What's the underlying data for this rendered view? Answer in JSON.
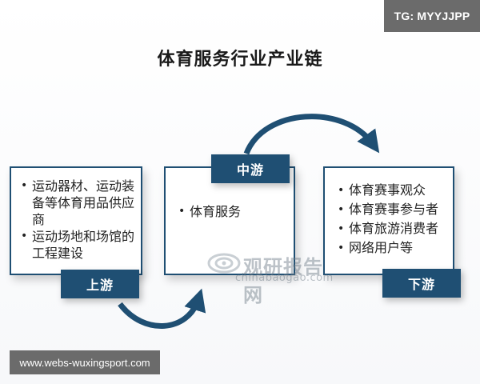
{
  "badge": "TG: MYYJJPP",
  "title": "体育服务行业产业链",
  "stages": {
    "upstream": {
      "label": "上游",
      "items": [
        "运动器材、运动装备等体育用品供应商",
        "运动场地和场馆的工程建设"
      ]
    },
    "midstream": {
      "label": "中游",
      "items": [
        "体育服务"
      ]
    },
    "downstream": {
      "label": "下游",
      "items": [
        "体育赛事观众",
        "体育赛事参与者",
        "体育旅游消费者",
        "网络用户等"
      ]
    }
  },
  "watermark": {
    "name": "观研报告网",
    "url": "chinabaogao.com"
  },
  "footer_url": "www.webs-wuxingsport.com",
  "colors": {
    "primary": "#1f4f73",
    "badge_bg": "#6b6b6b"
  }
}
